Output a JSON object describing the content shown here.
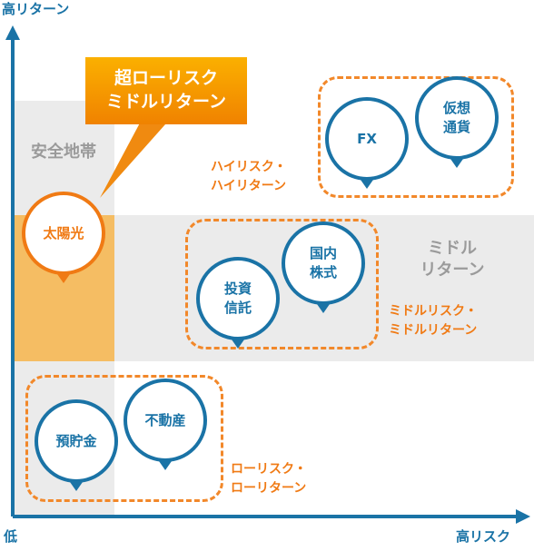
{
  "axes": {
    "y_top": "高リターン",
    "y_bottom": "低",
    "x_right": "高リスク"
  },
  "zones": {
    "safe": "安全地帯",
    "middle_line1": "ミドル",
    "middle_line2": "リターン"
  },
  "callout": {
    "line1": "超ローリスク",
    "line2": "ミドルリターン"
  },
  "groups": {
    "high": {
      "line1": "ハイリスク・",
      "line2": "ハイリターン"
    },
    "middle": {
      "line1": "ミドルリスク・",
      "line2": "ミドルリターン"
    },
    "low": {
      "line1": "ローリスク・",
      "line2": "ローリターン"
    }
  },
  "bubbles": {
    "solar": "太陽光",
    "fx": "FX",
    "crypto_1": "仮想",
    "crypto_2": "通貨",
    "stocks_1": "国内",
    "stocks_2": "株式",
    "trust_1": "投資",
    "trust_2": "信託",
    "savings": "預貯金",
    "realestate": "不動産"
  },
  "colors": {
    "axis": "#1a73a6",
    "orange": "#f07a14",
    "band": "#ebebeb",
    "highlight": "#f5bd63"
  }
}
